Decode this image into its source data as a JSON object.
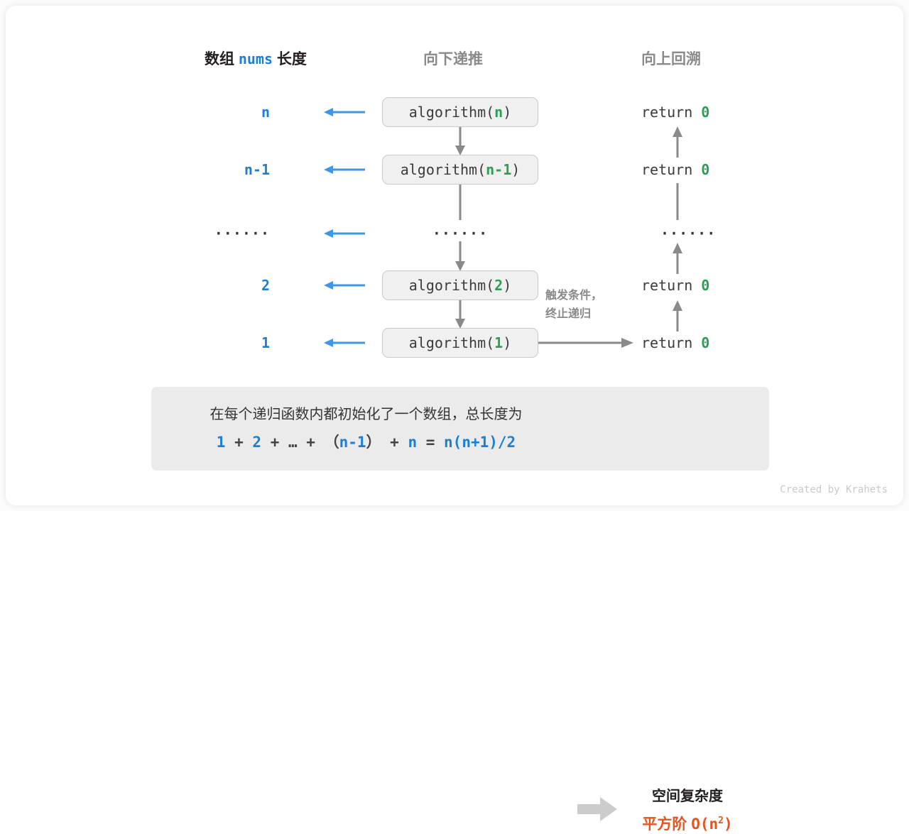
{
  "headers": {
    "left_prefix": "数组",
    "left_code": "nums",
    "left_suffix": "长度",
    "down": "向下递推",
    "up": "向上回溯"
  },
  "rows": [
    {
      "length": "n",
      "call_prefix": "algorithm(",
      "call_arg": "n",
      "call_suffix": ")",
      "ret_prefix": "return ",
      "ret_value": "0",
      "is_dots": false
    },
    {
      "length": "n-1",
      "call_prefix": "algorithm(",
      "call_arg": "n-1",
      "call_suffix": ")",
      "ret_prefix": "return ",
      "ret_value": "0",
      "is_dots": false
    },
    {
      "length": "······",
      "call_prefix": "······",
      "call_arg": "",
      "call_suffix": "",
      "ret_prefix": "······",
      "ret_value": "",
      "is_dots": true
    },
    {
      "length": "2",
      "call_prefix": "algorithm(",
      "call_arg": "2",
      "call_suffix": ")",
      "ret_prefix": "return ",
      "ret_value": "0",
      "is_dots": false
    },
    {
      "length": "1",
      "call_prefix": "algorithm(",
      "call_arg": "1",
      "call_suffix": ")",
      "ret_prefix": "return ",
      "ret_value": "0",
      "is_dots": false
    }
  ],
  "trigger_note": {
    "line1": "触发条件，",
    "line2": "终止递归"
  },
  "summary": {
    "description": "在每个递归函数内都初始化了一个数组，总长度为",
    "formula": {
      "t1": "1",
      "op1": " + ",
      "t2": "2",
      "op2": " + … + ",
      "lp": "（",
      "t3": "n-1",
      "rp": "）",
      "op3": " + ",
      "t4": "n",
      "eq": " = ",
      "t5": "n(n+1)/2"
    },
    "complexity_title": "空间复杂度",
    "complexity_label": "平方阶",
    "complexity_big_o": "O(n",
    "complexity_exp": "2",
    "complexity_close": ")"
  },
  "credit": "Created by Krahets",
  "colors": {
    "blue": "#1c7fd6",
    "green": "#2e9e54",
    "orange": "#e8521b",
    "gray": "#8a8a8a",
    "arrow_blue": "#3d97e8"
  }
}
